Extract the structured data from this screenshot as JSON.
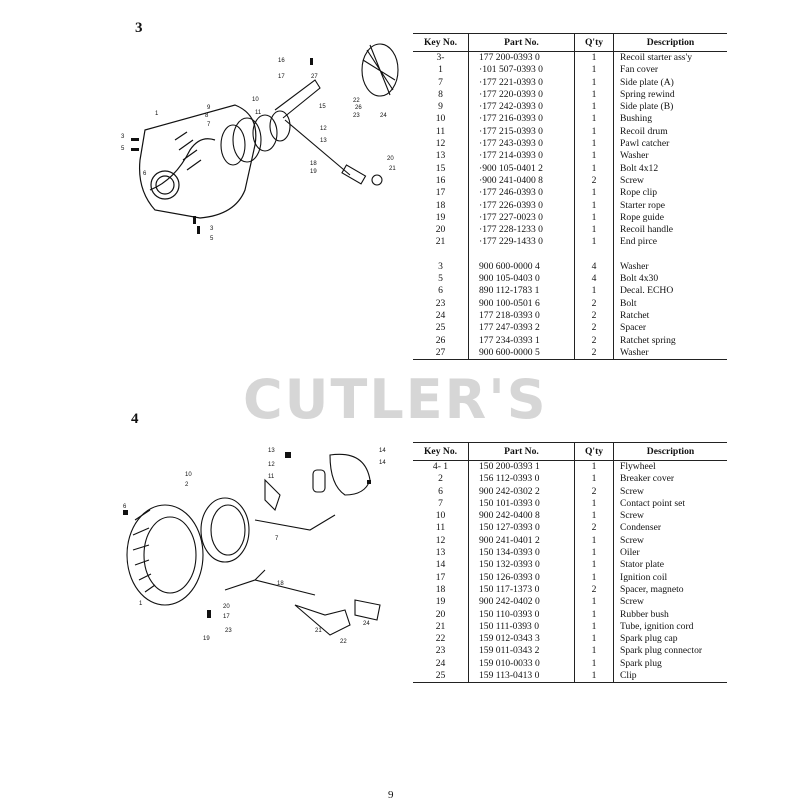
{
  "watermark": "CUTLER'S",
  "page_number": "9",
  "sections": [
    {
      "number": "3",
      "headers": {
        "key": "Key No.",
        "part": "Part No.",
        "qty": "Q'ty",
        "desc": "Description"
      },
      "rows": [
        {
          "key": "3-",
          "part": "177 200-0393 0",
          "qty": "1",
          "desc": "Recoil starter ass'y"
        },
        {
          "key": "1",
          "part": "·101 507-0393 0",
          "qty": "1",
          "desc": "Fan cover"
        },
        {
          "key": "7",
          "part": "·177 221-0393 0",
          "qty": "1",
          "desc": "Side plate (A)"
        },
        {
          "key": "8",
          "part": "·177 220-0393 0",
          "qty": "1",
          "desc": "Spring rewind"
        },
        {
          "key": "9",
          "part": "·177 242-0393 0",
          "qty": "1",
          "desc": "Side plate (B)"
        },
        {
          "key": "10",
          "part": "·177 216-0393 0",
          "qty": "1",
          "desc": "Bushing"
        },
        {
          "key": "11",
          "part": "·177 215-0393 0",
          "qty": "1",
          "desc": "Recoil drum"
        },
        {
          "key": "12",
          "part": "·177 243-0393 0",
          "qty": "1",
          "desc": "Pawl catcher"
        },
        {
          "key": "13",
          "part": "·177 214-0393 0",
          "qty": "1",
          "desc": "Washer"
        },
        {
          "key": "15",
          "part": "·900 105-0401 2",
          "qty": "1",
          "desc": "Bolt 4x12"
        },
        {
          "key": "16",
          "part": "·900 241-0400 8",
          "qty": "2",
          "desc": "Screw"
        },
        {
          "key": "17",
          "part": "·177 246-0393 0",
          "qty": "1",
          "desc": "Rope clip"
        },
        {
          "key": "18",
          "part": "·177 226-0393 0",
          "qty": "1",
          "desc": "Starter rope"
        },
        {
          "key": "19",
          "part": "·177 227-0023 0",
          "qty": "1",
          "desc": "Rope guide"
        },
        {
          "key": "20",
          "part": "·177 228-1233 0",
          "qty": "1",
          "desc": "Recoil handle"
        },
        {
          "key": "21",
          "part": "·177 229-1433 0",
          "qty": "1",
          "desc": "End pirce"
        },
        {
          "key": "",
          "part": "",
          "qty": "",
          "desc": "",
          "gap": true
        },
        {
          "key": "3",
          "part": "900 600-0000 4",
          "qty": "4",
          "desc": "Washer"
        },
        {
          "key": "5",
          "part": "900 105-0403 0",
          "qty": "4",
          "desc": "Bolt 4x30"
        },
        {
          "key": "6",
          "part": "890 112-1783 1",
          "qty": "1",
          "desc": "Decal. ECHO"
        },
        {
          "key": "23",
          "part": "900 100-0501 6",
          "qty": "2",
          "desc": "Bolt"
        },
        {
          "key": "24",
          "part": "177 218-0393 0",
          "qty": "2",
          "desc": "Ratchet"
        },
        {
          "key": "25",
          "part": "177 247-0393 2",
          "qty": "2",
          "desc": "Spacer"
        },
        {
          "key": "26",
          "part": "177 234-0393 1",
          "qty": "2",
          "desc": "Ratchet spring"
        },
        {
          "key": "27",
          "part": "900 600-0000 5",
          "qty": "2",
          "desc": "Washer"
        }
      ],
      "diagram_labels": [
        "16",
        "17",
        "18",
        "19",
        "20",
        "21",
        "22",
        "23",
        "24",
        "26",
        "27",
        "9",
        "8",
        "7",
        "10",
        "11",
        "12",
        "13",
        "15",
        "1",
        "3",
        "5",
        "6",
        "3",
        "5"
      ]
    },
    {
      "number": "4",
      "headers": {
        "key": "Key No.",
        "part": "Part No.",
        "qty": "Q'ty",
        "desc": "Description"
      },
      "rows": [
        {
          "key": "4- 1",
          "part": "150 200-0393 1",
          "qty": "1",
          "desc": "Flywheel"
        },
        {
          "key": "2",
          "part": "156 112-0393 0",
          "qty": "1",
          "desc": "Breaker cover"
        },
        {
          "key": "6",
          "part": "900 242-0302 2",
          "qty": "2",
          "desc": "Screw"
        },
        {
          "key": "7",
          "part": "150 101-0393 0",
          "qty": "1",
          "desc": "Contact point set"
        },
        {
          "key": "10",
          "part": "900 242-0400 8",
          "qty": "1",
          "desc": "Screw"
        },
        {
          "key": "11",
          "part": "150 127-0393 0",
          "qty": "2",
          "desc": "Condenser"
        },
        {
          "key": "12",
          "part": "900 241-0401 2",
          "qty": "1",
          "desc": "Screw"
        },
        {
          "key": "13",
          "part": "150 134-0393 0",
          "qty": "1",
          "desc": "Oiler"
        },
        {
          "key": "14",
          "part": "150 132-0393 0",
          "qty": "1",
          "desc": "Stator plate"
        },
        {
          "key": "17",
          "part": "150 126-0393 0",
          "qty": "1",
          "desc": "Ignition coil"
        },
        {
          "key": "18",
          "part": "150 117-1373 0",
          "qty": "2",
          "desc": "Spacer, magneto"
        },
        {
          "key": "19",
          "part": "900 242-0402 0",
          "qty": "1",
          "desc": "Screw"
        },
        {
          "key": "20",
          "part": "150 110-0393 0",
          "qty": "1",
          "desc": "Rubber bush"
        },
        {
          "key": "21",
          "part": "150 111-0393 0",
          "qty": "1",
          "desc": "Tube, ignition cord"
        },
        {
          "key": "22",
          "part": "159 012-0343 3",
          "qty": "1",
          "desc": "Spark plug cap"
        },
        {
          "key": "23",
          "part": "159 011-0343 2",
          "qty": "1",
          "desc": "Spark plug connector"
        },
        {
          "key": "24",
          "part": "159 010-0033 0",
          "qty": "1",
          "desc": "Spark plug"
        },
        {
          "key": "25",
          "part": "159 113-0413 0",
          "qty": "1",
          "desc": "Clip"
        }
      ],
      "diagram_labels": [
        "13",
        "12",
        "11",
        "10",
        "2",
        "6",
        "7",
        "14",
        "14",
        "1",
        "18",
        "20",
        "17",
        "24",
        "22",
        "19",
        "23",
        "21"
      ]
    }
  ]
}
